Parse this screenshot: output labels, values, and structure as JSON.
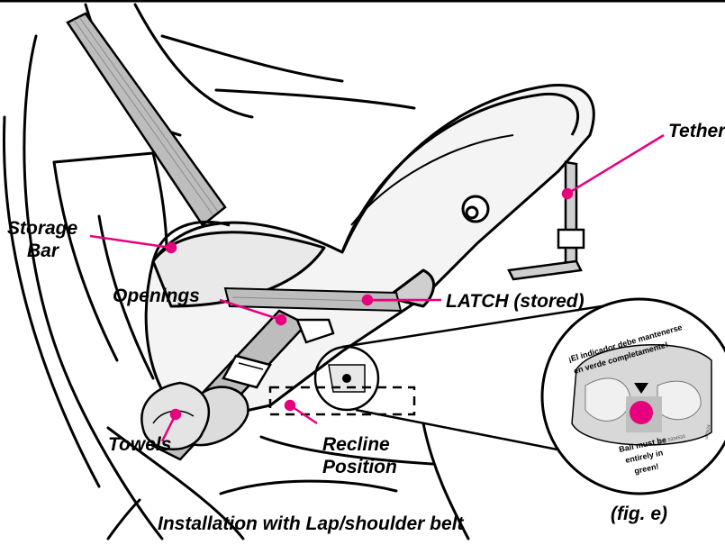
{
  "diagram": {
    "labels": {
      "tether": "Tether",
      "storage_bar_line1": "Storage",
      "storage_bar_line2": "Bar",
      "openings": "Openings",
      "latch": "LATCH (stored)",
      "towels": "Towels",
      "recline_line1": "Recline",
      "recline_line2": "Position"
    },
    "caption": "Installation with Lap/shoulder belt",
    "figure_label": "(fig. e)",
    "indicator": {
      "text_line1": "¡El indicador debe mantenerse",
      "text_line2": "en verde completamente!",
      "bottom_line1": "Ball must be",
      "bottom_line2": "entirely in",
      "bottom_line3": "green!",
      "part_number": "Pat. 5334533",
      "side_code": "IATN24"
    },
    "colors": {
      "callout": "#e6007e",
      "ball": "#e6007e",
      "indicator_green_zone": "#bfbfbf",
      "line": "#000000"
    }
  }
}
